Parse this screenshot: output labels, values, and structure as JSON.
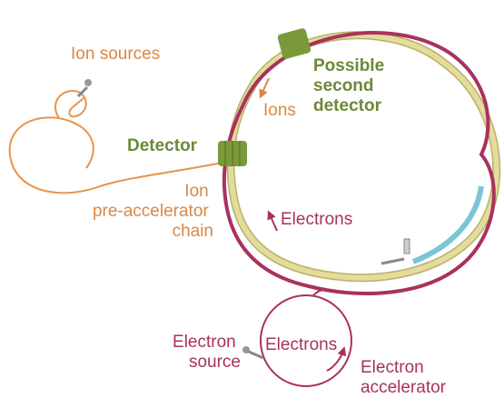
{
  "labels": {
    "ion_sources": "Ion sources",
    "possible_second_detector": [
      "Possible",
      "second",
      "detector"
    ],
    "ions": "Ions",
    "detector": "Detector",
    "ion_pre_accelerator_chain": [
      "Ion",
      "pre-accelerator",
      "chain"
    ],
    "electrons_ring": "Electrons",
    "electron_source": [
      "Electron",
      "source"
    ],
    "electrons_loop": "Electrons",
    "electron_accelerator": [
      "Electron",
      "accelerator"
    ]
  },
  "colors": {
    "ion_ring": "#e3dc9c",
    "ion_ring_stroke": "#b9b06a",
    "electron_ring": "#a8325e",
    "ion_chain": "#e8944a",
    "detector": "#7a9a3a",
    "cyan_section": "#7cc4d8",
    "ion_text": "#d98845",
    "electron_text": "#a8325e",
    "detector_text": "#6b8a36"
  }
}
